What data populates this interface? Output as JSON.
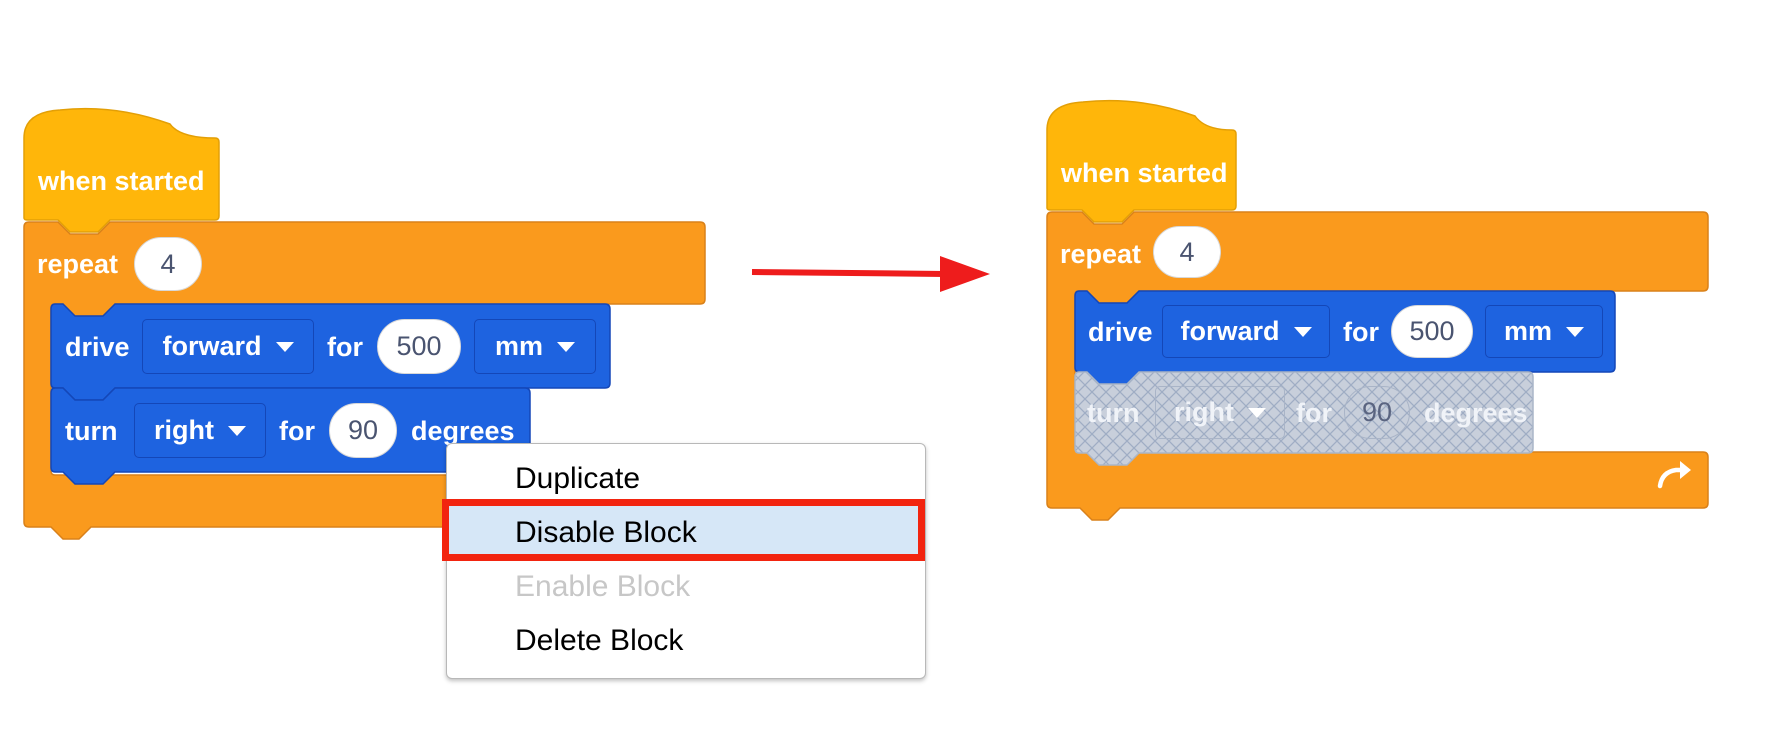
{
  "colors": {
    "event_yellow": "#ffb60a",
    "control_orange": "#fa9a1d",
    "motion_blue": "#1e63e0",
    "highlight_red": "#f2240f",
    "disabled_gray": "#c8cfdb"
  },
  "left_stack": {
    "hat": "when started",
    "repeat": {
      "label": "repeat",
      "count": "4"
    },
    "drive": {
      "label": "drive",
      "direction": "forward",
      "for": "for",
      "distance": "500",
      "unit": "mm"
    },
    "turn": {
      "label": "turn",
      "direction": "right",
      "for": "for",
      "angle": "90",
      "unit": "degrees"
    }
  },
  "context_menu": {
    "items": [
      {
        "label": "Duplicate",
        "state": "normal"
      },
      {
        "label": "Disable Block",
        "state": "highlighted"
      },
      {
        "label": "Enable Block",
        "state": "disabled"
      },
      {
        "label": "Delete Block",
        "state": "normal"
      }
    ]
  },
  "right_stack": {
    "hat": "when started",
    "repeat": {
      "label": "repeat",
      "count": "4"
    },
    "drive": {
      "label": "drive",
      "direction": "forward",
      "for": "for",
      "distance": "500",
      "unit": "mm"
    },
    "turn": {
      "label": "turn",
      "direction": "right",
      "for": "for",
      "angle": "90",
      "unit": "degrees",
      "state": "disabled"
    }
  },
  "icons": {
    "arrow": "right-arrow-icon",
    "loop": "loop-arrow-icon",
    "caret": "caret-down-icon"
  }
}
